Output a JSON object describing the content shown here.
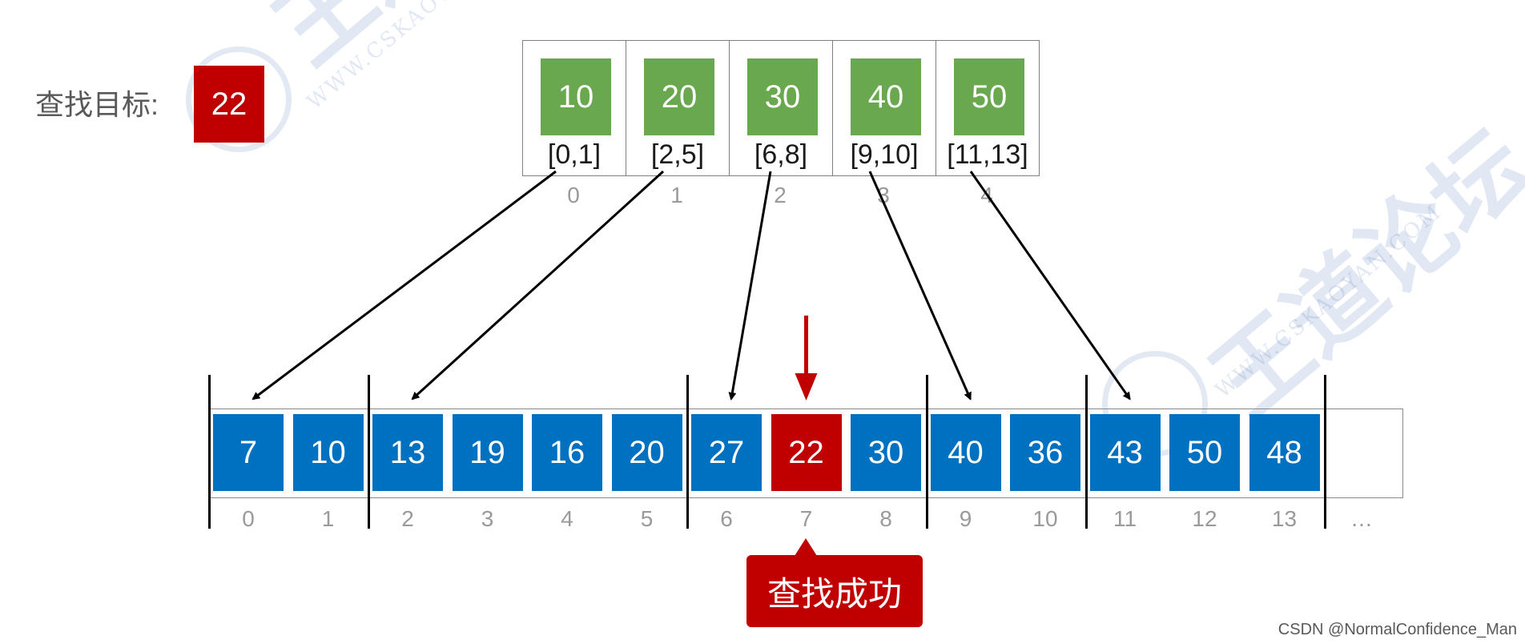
{
  "watermark": {
    "brand": "王道论坛",
    "url": "WWW.CSKAOYAN.COM"
  },
  "target": {
    "label": "查找目标:",
    "value": "22"
  },
  "index_table": [
    {
      "max": "10",
      "range": "[0,1]",
      "index": "0",
      "start": 0
    },
    {
      "max": "20",
      "range": "[2,5]",
      "index": "1",
      "start": 2
    },
    {
      "max": "30",
      "range": "[6,8]",
      "index": "2",
      "start": 6
    },
    {
      "max": "40",
      "range": "[9,10]",
      "index": "3",
      "start": 9
    },
    {
      "max": "50",
      "range": "[11,13]",
      "index": "4",
      "start": 11
    }
  ],
  "array": [
    {
      "value": "7",
      "index": "0"
    },
    {
      "value": "10",
      "index": "1"
    },
    {
      "value": "13",
      "index": "2"
    },
    {
      "value": "19",
      "index": "3"
    },
    {
      "value": "16",
      "index": "4"
    },
    {
      "value": "20",
      "index": "5"
    },
    {
      "value": "27",
      "index": "6"
    },
    {
      "value": "22",
      "index": "7"
    },
    {
      "value": "30",
      "index": "8"
    },
    {
      "value": "40",
      "index": "9"
    },
    {
      "value": "36",
      "index": "10"
    },
    {
      "value": "43",
      "index": "11"
    },
    {
      "value": "50",
      "index": "12"
    },
    {
      "value": "48",
      "index": "13"
    }
  ],
  "array_ellipsis": "…",
  "found_index": 7,
  "result_label": "查找成功",
  "credit": "CSDN @NormalConfidence_Man",
  "colors": {
    "index_block": "#6aa84f",
    "array_cell": "#0070c0",
    "highlight": "#c00000",
    "watermark": "#1f56a6"
  }
}
